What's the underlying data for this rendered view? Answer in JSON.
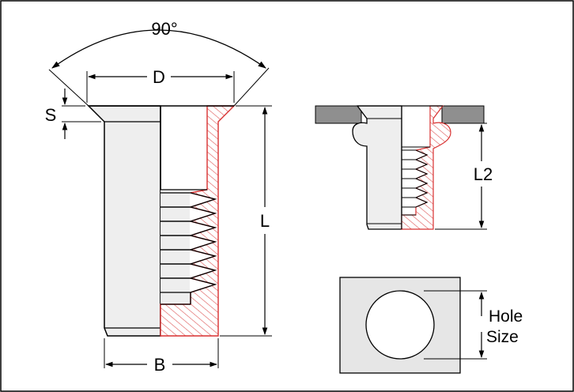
{
  "labels": {
    "angle": "90°",
    "diameter": "D",
    "head_thickness": "S",
    "length": "L",
    "body_diameter": "B",
    "installed_length": "L2",
    "hole_size_line1": "Hole",
    "hole_size_line2": "Size"
  },
  "colors": {
    "outline": "#000000",
    "hatch": "#e06060",
    "hatch_border": "#d83030",
    "body_fill": "#eeeeee",
    "sheet_fill": "#8f8f8f",
    "hole_plate_fill": "#e6e6e6",
    "frame": "#000000"
  }
}
